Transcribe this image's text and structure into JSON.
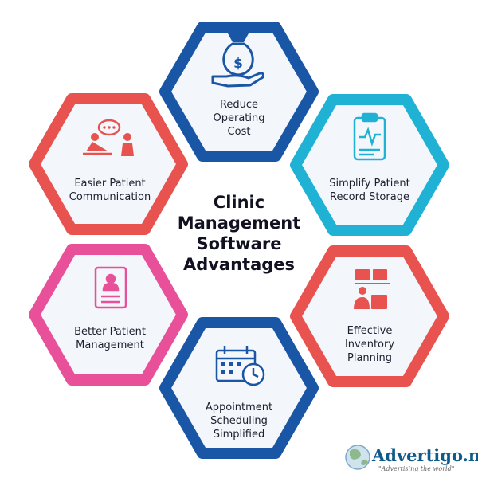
{
  "center": {
    "title_lines": [
      "Clinic",
      "Management",
      "Software",
      "Advantages"
    ]
  },
  "colors": {
    "blue": "#1a56a6",
    "cyan": "#1fb2d4",
    "coral": "#e8534f",
    "pink": "#e8519a",
    "hex_fill": "#f3f6fb"
  },
  "hexagons": [
    {
      "id": "reduce-cost",
      "icon": "money-bag-hand-icon",
      "color": "#1a56a6",
      "lines": [
        "Reduce",
        "Operating",
        "Cost"
      ]
    },
    {
      "id": "record-storage",
      "icon": "clipboard-chart-icon",
      "color": "#1fb2d4",
      "lines": [
        "Simplify Patient",
        "Record Storage"
      ]
    },
    {
      "id": "inventory",
      "icon": "boxes-worker-icon",
      "color": "#e8534f",
      "lines": [
        "Effective",
        "Inventory",
        "Planning"
      ]
    },
    {
      "id": "scheduling",
      "icon": "calendar-clock-icon",
      "color": "#1a56a6",
      "lines": [
        "Appointment",
        "Scheduling",
        "Simplified"
      ]
    },
    {
      "id": "management",
      "icon": "patient-profile-icon",
      "color": "#e8519a",
      "lines": [
        "Better Patient",
        "Management"
      ]
    },
    {
      "id": "communication",
      "icon": "doctor-patient-chat-icon",
      "color": "#e8534f",
      "lines": [
        "Easier Patient",
        "Communication"
      ]
    }
  ],
  "watermark": {
    "brand": "Advertigo.net",
    "tagline": "\"Advertising the world\""
  }
}
